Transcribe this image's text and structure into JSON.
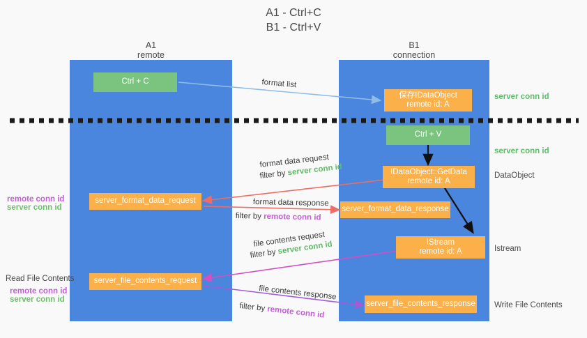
{
  "title": {
    "line1": "A1 - Ctrl+C",
    "line2": "B1 - Ctrl+V"
  },
  "lanes": [
    {
      "id": "a1",
      "name": "A1",
      "subtitle": "remote"
    },
    {
      "id": "b1",
      "name": "B1",
      "subtitle": "connection"
    }
  ],
  "boxes": {
    "ctrl_c": {
      "line1": "Ctrl + C",
      "color": "#7ac47f"
    },
    "save_idataobject": {
      "line1": "保存IDataObject",
      "line2": "remote id: A",
      "color": "#fbb049"
    },
    "ctrl_v": {
      "line1": "Ctrl + V",
      "color": "#7ac47f"
    },
    "getdata": {
      "line1": "IDataObject::GetData",
      "line2": "remote id: A",
      "color": "#fbb049"
    },
    "server_format_data_request": {
      "line1": "server_format_data_request",
      "color": "#fbb049"
    },
    "server_format_data_response": {
      "line1": "server_format_data_response",
      "color": "#fbb049"
    },
    "istream": {
      "line1": "IStream",
      "line2": "remote id: A",
      "color": "#fbb049"
    },
    "server_file_contents_request": {
      "line1": "server_file_contents_request",
      "color": "#fbb049"
    },
    "server_file_contents_response": {
      "line1": "server_file_contents_response",
      "color": "#fbb049"
    }
  },
  "right_labels": {
    "server_conn_id_top": "server conn id",
    "server_conn_id_mid": "server conn id",
    "dataobject": "DataObject",
    "istream": "Istream",
    "write_file_contents": "Write File Contents"
  },
  "left_labels": {
    "remote_conn_id_mid": "remote conn id",
    "server_conn_id_mid": "server conn id",
    "read_file_contents": "Read File Contents",
    "remote_conn_id_low": "remote conn id",
    "server_conn_id_low": "server conn id"
  },
  "arrow_labels": {
    "format_list": "format list",
    "format_data_request": "format data request",
    "format_data_request_filter_prefix": "filter by ",
    "format_data_request_filter_value": "server conn id",
    "format_data_response": "format data response",
    "format_data_response_filter_prefix": "filter by ",
    "format_data_response_filter_value": "remote conn id",
    "file_contents_request": "file contents request",
    "file_contents_request_filter_prefix": "filter by ",
    "file_contents_request_filter_value": "server conn id",
    "file_contents_response": "file contents response",
    "file_contents_response_filter_prefix": "filter by ",
    "file_contents_response_filter_value": "remote conn id"
  },
  "colors": {
    "lane": "#4a86dd",
    "green_box": "#7ac47f",
    "orange_box": "#fbb049",
    "blue_arrow": "#8fbde8",
    "red_arrow": "#ee6d63",
    "magenta_arrow": "#d44fc0",
    "purple_arrow": "#a15cd6",
    "black_arrow": "#000000",
    "green_text": "#5fbb6b",
    "purple_text": "#c25fd6",
    "divider": "#1a1a1a"
  }
}
